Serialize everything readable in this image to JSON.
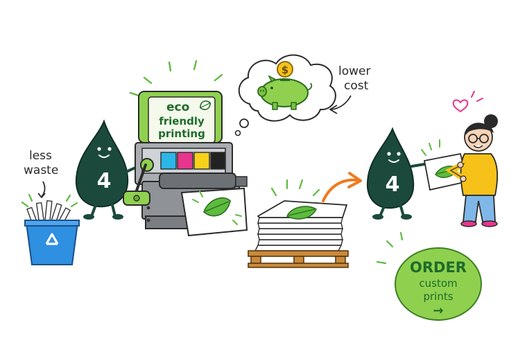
{
  "labels": {
    "less_waste_line1": "less",
    "less_waste_line2": "waste",
    "lower_cost_line1": "lower",
    "lower_cost_line2": "cost",
    "coin_symbol": "$"
  },
  "printer_sign": {
    "line1": "eco",
    "line2": "friendly",
    "line3": "printing"
  },
  "mascot": {
    "number": "4"
  },
  "cta": {
    "line1": "ORDER",
    "line2": "custom",
    "line3": "prints",
    "arrow": "→"
  },
  "colors": {
    "mascot": "#1b4a3c",
    "leaf": "#5dbb3e",
    "accent_orange": "#f07a1e",
    "cta_fill": "#8fd14f",
    "bin_blue": "#2f8fe0",
    "ink_cyan": "#2bb6e8",
    "ink_magenta": "#e8358e",
    "ink_yellow": "#f6d21a",
    "ink_black": "#222222"
  },
  "icons": [
    "recycle-icon",
    "leaf-icon",
    "piggy-bank-icon",
    "coin-icon",
    "heart-icon",
    "arrow-icon"
  ]
}
